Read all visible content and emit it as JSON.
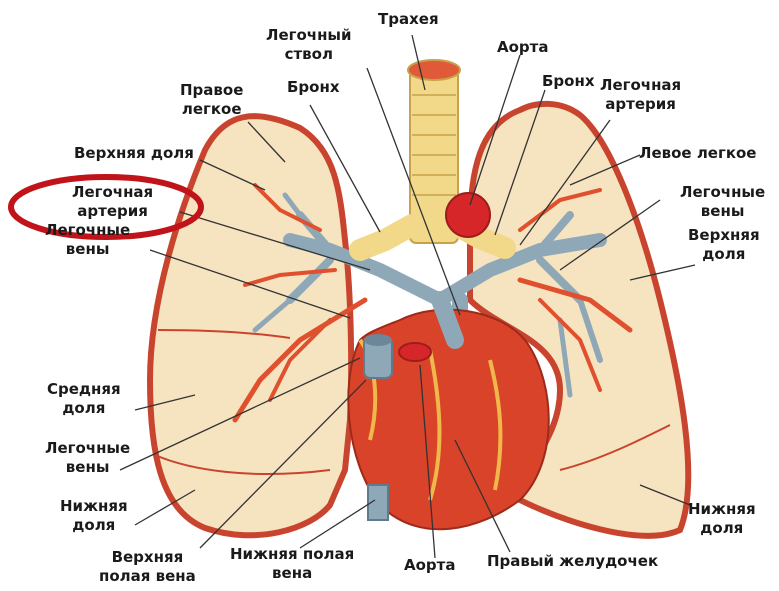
{
  "labels": {
    "trachea": "Трахея",
    "pulmonary_trunk": "Легочный\nствол",
    "aorta_top": "Аорта",
    "right_lung": "Правое\nлегкое",
    "bronchus_right": "Бронх",
    "bronchus_left": "Бронх",
    "pulmonary_artery_left": "Легочная\nартерия",
    "left_lung": "Левое легкое",
    "upper_lobe_right": "Верхняя доля",
    "pulmonary_artery_right": "Легочная\nартерия",
    "pulmonary_veins_left": "Легочные\nвены",
    "pulmonary_veins_right_upper": "Легочные\nвены",
    "upper_lobe_left": "Верхняя\nдоля",
    "middle_lobe": "Средняя\nдоля",
    "pulmonary_veins_right_lower": "Легочные\nвены",
    "lower_lobe_right": "Нижняя\nдоля",
    "lower_lobe_left": "Нижняя\nдоля",
    "superior_vena_cava": "Верхняя\nполая вена",
    "inferior_vena_cava": "Нижняя полая\nвена",
    "aorta_bottom": "Аорта",
    "right_ventricle": "Правый желудочек"
  },
  "colors": {
    "lung_fill": "#f6e3bf",
    "lung_edge": "#c9442e",
    "heart": "#d8432a",
    "vessel_blue": "#8fa8b8",
    "artery_red": "#e0502e",
    "trachea": "#f2d98a",
    "highlight_circle": "#c0141a"
  }
}
